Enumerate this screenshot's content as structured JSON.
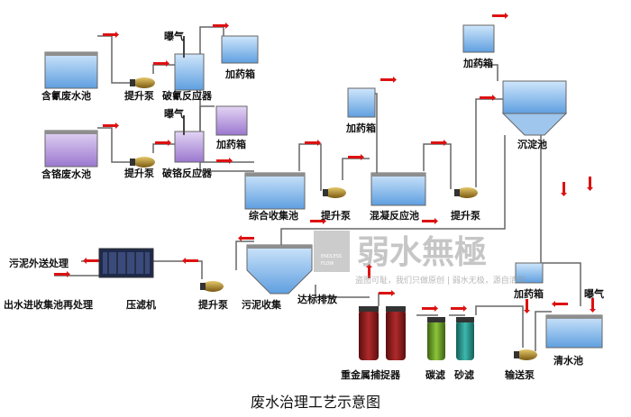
{
  "caption": "废水治理工艺示意图",
  "labels": {
    "tank_cyanide": "含氰废水池",
    "tank_chrome": "含铬废水池",
    "pump_lift_1": "提升泵",
    "pump_lift_2": "提升泵",
    "reactor_cyanide": "破氰反应器",
    "reactor_chrome": "破铬反应器",
    "aeration_1": "曝气",
    "aeration_2": "曝气",
    "aeration_3": "曝气",
    "dosing_1": "加药箱",
    "dosing_2": "加药箱",
    "dosing_3": "加药箱",
    "dosing_4": "加药箱",
    "dosing_5": "加药箱",
    "collection_pool": "综合收集池",
    "pump_lift_3": "提升泵",
    "coag_pool": "混凝反应池",
    "pump_lift_4": "提升泵",
    "sedimentation": "沉淀池",
    "sludge_out": "污泥外送处理",
    "filtrate_return": "出水进收集池再处理",
    "filter_press": "压滤机",
    "pump_lift_5": "提升泵",
    "sludge_tank": "污泥收集",
    "discharge": "达标排放",
    "heavy_metal": "重金属捕捉器",
    "carbon_filter": "碳滤",
    "sand_filter": "砂滤",
    "transfer_pump": "输送泵",
    "clear_pool": "清水池"
  },
  "watermark": {
    "brand": "弱水無極",
    "sub": "盗图可耻，我们只做原创 | 弱水无极，源自清华",
    "tag1": "ENDLESS",
    "tag2": "FLOW"
  },
  "colors": {
    "water_blue": "#7fb6e6",
    "water_purple": "#b79ad9",
    "arrow_red": "#dd1111",
    "cyl_red": "#8a1b1b",
    "cyl_green": "#5b8a1e",
    "cyl_teal": "#1f8a80"
  }
}
